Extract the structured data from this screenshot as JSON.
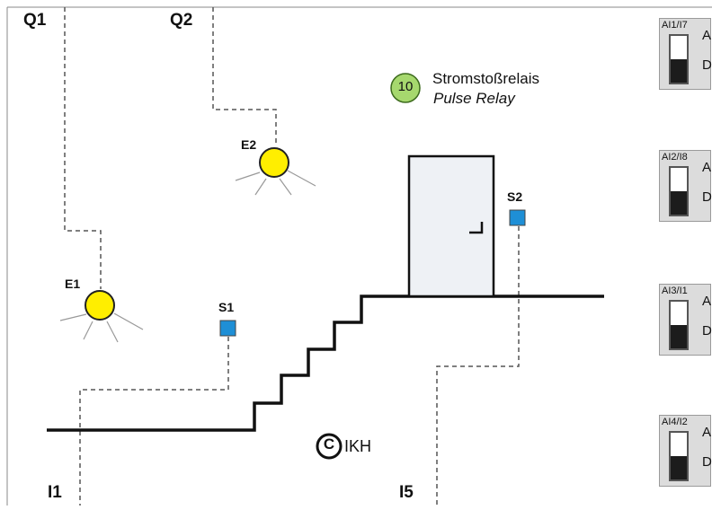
{
  "outputs": {
    "q1": "Q1",
    "q2": "Q2"
  },
  "inputs": {
    "i1": "I1",
    "i5": "I5"
  },
  "lamps": {
    "e1": "E1",
    "e2": "E2"
  },
  "switches": {
    "s1": "S1",
    "s2": "S2"
  },
  "function_block": {
    "number": "10",
    "title": "Stromstoßrelais",
    "subtitle": "Pulse Relay",
    "badge_color": "#a6d86e"
  },
  "copyright": {
    "symbol": "C",
    "text": "IKH"
  },
  "panel_switches": [
    {
      "title": "AI1/I7",
      "a_label": "A",
      "d_label": "D",
      "state": "D"
    },
    {
      "title": "AI2/I8",
      "a_label": "A",
      "d_label": "D",
      "state": "D"
    },
    {
      "title": "AI3/I1",
      "a_label": "A",
      "d_label": "D",
      "state": "D"
    },
    {
      "title": "AI4/I2",
      "a_label": "A",
      "d_label": "D",
      "state": "D"
    }
  ],
  "colors": {
    "lamp": "#ffee00",
    "pushbutton": "#1e8fd6",
    "door": "#eef1f5",
    "frame": "#888888"
  }
}
